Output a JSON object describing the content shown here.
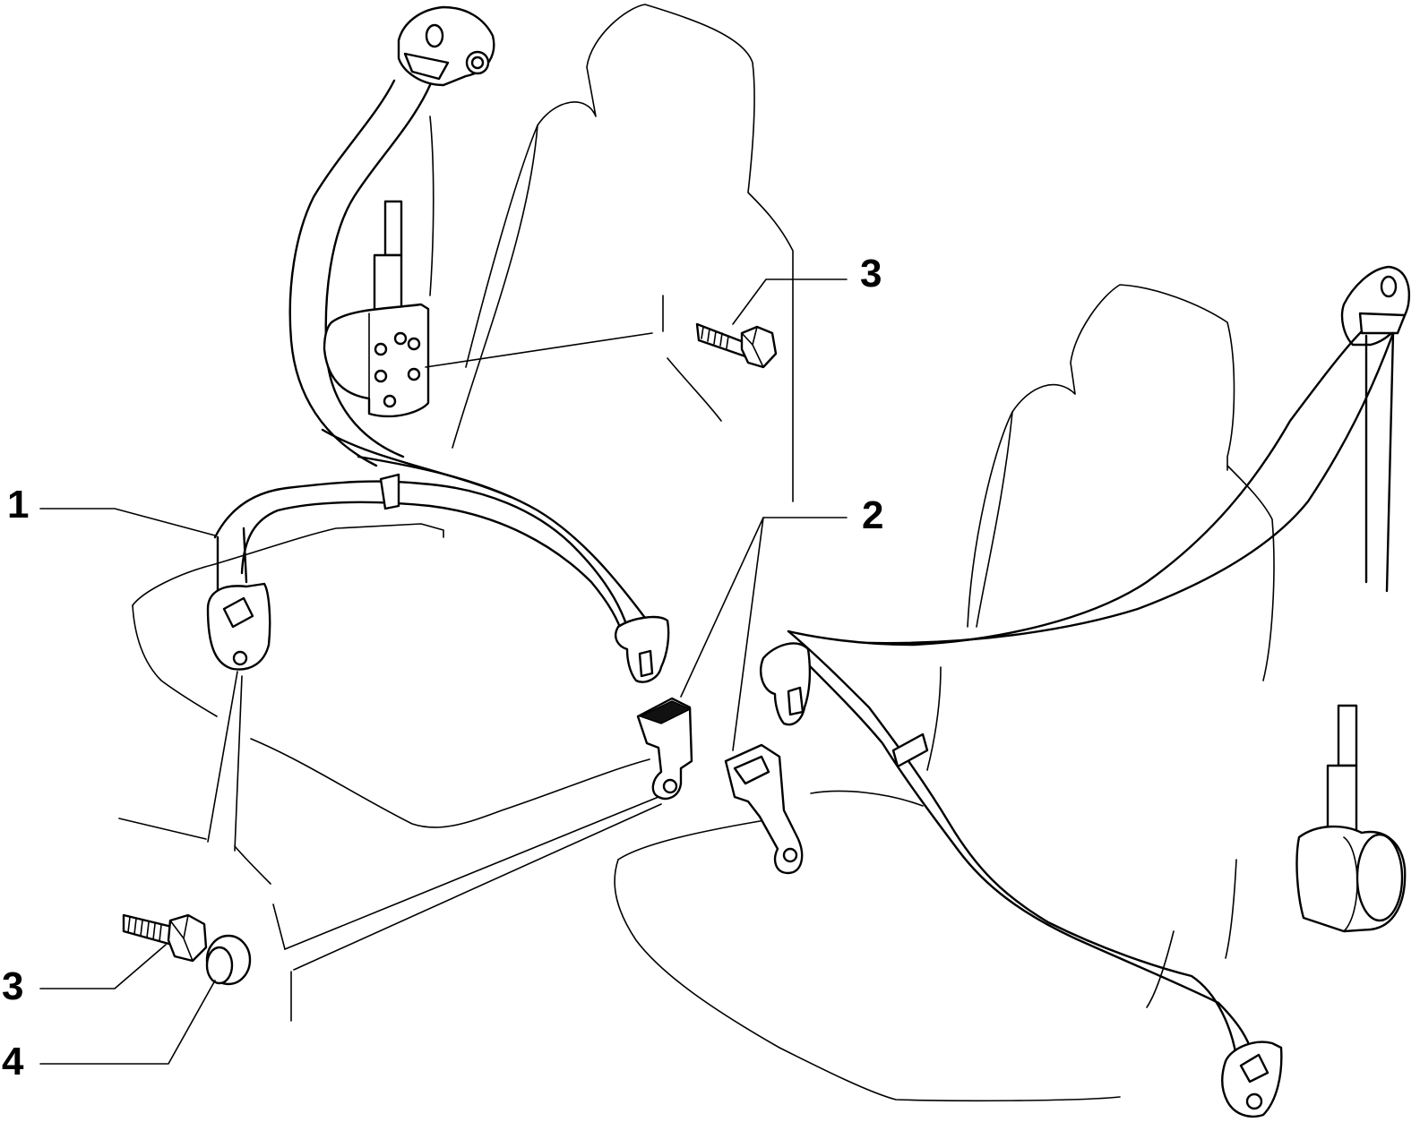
{
  "callouts": [
    {
      "id": "c1",
      "label": "1",
      "part": "three-point-belt-left"
    },
    {
      "id": "c2",
      "label": "2",
      "part": "buckle"
    },
    {
      "id": "c3a",
      "label": "3",
      "part": "bolt-upper"
    },
    {
      "id": "c3b",
      "label": "3",
      "part": "bolt-lower"
    },
    {
      "id": "c4",
      "label": "4",
      "part": "cap"
    }
  ],
  "colors": {
    "line": "#000000",
    "background": "#ffffff"
  }
}
